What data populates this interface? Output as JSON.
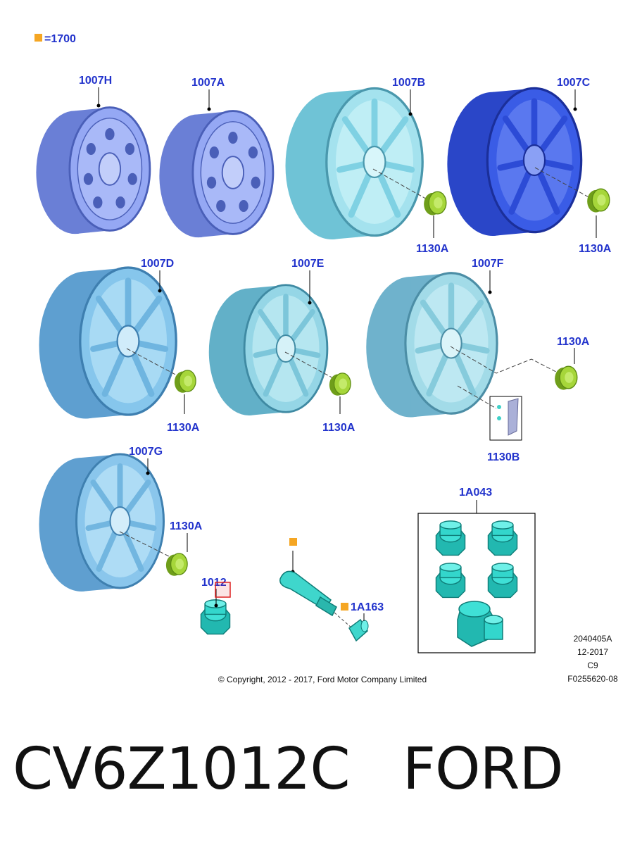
{
  "legend": {
    "symbol_color": "#f5a623",
    "text": "=1700"
  },
  "callouts": {
    "c1007H": "1007H",
    "c1007A": "1007A",
    "c1007B": "1007B",
    "c1007C": "1007C",
    "c1007D": "1007D",
    "c1007E": "1007E",
    "c1007F": "1007F",
    "c1007G": "1007G",
    "c1130A": "1130A",
    "c1130B": "1130B",
    "c1012": "1012",
    "c1A163": "1A163",
    "c1A043": "1A043"
  },
  "meta": {
    "code": "2040405A",
    "date": "12-2017",
    "variant": "C9",
    "figure": "F0255620-08"
  },
  "copyright": "© Copyright, 2012 - 2017, Ford Motor Company Limited",
  "part_number": "CV6Z1012C",
  "brand": "FORD",
  "colors": {
    "steel_wheel": "#8c9ff2",
    "alloy_light": "#9fe0ec",
    "alloy_blue": "#3a5ce6",
    "alloy_mid": "#7fc3ea",
    "center_cap": "#9acd32",
    "lug_nut": "#33d6cc",
    "callout_text": "#2233cc",
    "highlight": "#dd2222"
  }
}
